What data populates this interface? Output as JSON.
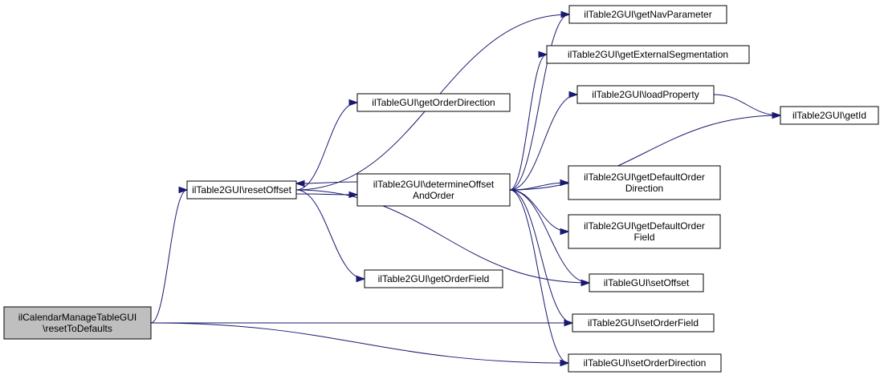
{
  "colors": {
    "edge": "#191970",
    "root_fill": "#bfbfbf",
    "node_fill": "#ffffff",
    "border": "#000000"
  },
  "nodes": {
    "root": [
      "ilCalendarManageTableGUI",
      "\\resetToDefaults"
    ],
    "resetOffset": [
      "ilTable2GUI\\resetOffset"
    ],
    "determineOffsetAndOrder": [
      "ilTable2GUI\\determineOffset",
      "AndOrder"
    ],
    "getOrderDirection": [
      "ilTableGUI\\getOrderDirection"
    ],
    "getOrderField": [
      "ilTable2GUI\\getOrderField"
    ],
    "getNavParameter": [
      "ilTable2GUI\\getNavParameter"
    ],
    "getExternalSegmentation": [
      "ilTable2GUI\\getExternalSegmentation"
    ],
    "loadProperty": [
      "ilTable2GUI\\loadProperty"
    ],
    "getId": [
      "ilTable2GUI\\getId"
    ],
    "getDefaultOrderDirection": [
      "ilTable2GUI\\getDefaultOrder",
      "Direction"
    ],
    "getDefaultOrderField": [
      "ilTable2GUI\\getDefaultOrder",
      "Field"
    ],
    "setOffset": [
      "ilTableGUI\\setOffset"
    ],
    "setOrderField": [
      "ilTable2GUI\\setOrderField"
    ],
    "setOrderDirection": [
      "ilTableGUI\\setOrderDirection"
    ]
  },
  "edges": [
    [
      "root",
      "resetOffset"
    ],
    [
      "root",
      "setOrderField"
    ],
    [
      "root",
      "setOrderDirection"
    ],
    [
      "resetOffset",
      "determineOffsetAndOrder"
    ],
    [
      "determineOffsetAndOrder",
      "resetOffset"
    ],
    [
      "resetOffset",
      "getOrderDirection"
    ],
    [
      "resetOffset",
      "getOrderField"
    ],
    [
      "resetOffset",
      "getNavParameter"
    ],
    [
      "resetOffset",
      "setOffset"
    ],
    [
      "determineOffsetAndOrder",
      "getNavParameter"
    ],
    [
      "determineOffsetAndOrder",
      "getExternalSegmentation"
    ],
    [
      "determineOffsetAndOrder",
      "loadProperty"
    ],
    [
      "determineOffsetAndOrder",
      "getId"
    ],
    [
      "determineOffsetAndOrder",
      "getDefaultOrderDirection"
    ],
    [
      "determineOffsetAndOrder",
      "getDefaultOrderField"
    ],
    [
      "determineOffsetAndOrder",
      "setOffset"
    ],
    [
      "determineOffsetAndOrder",
      "setOrderField"
    ],
    [
      "determineOffsetAndOrder",
      "setOrderDirection"
    ],
    [
      "loadProperty",
      "getId"
    ]
  ]
}
